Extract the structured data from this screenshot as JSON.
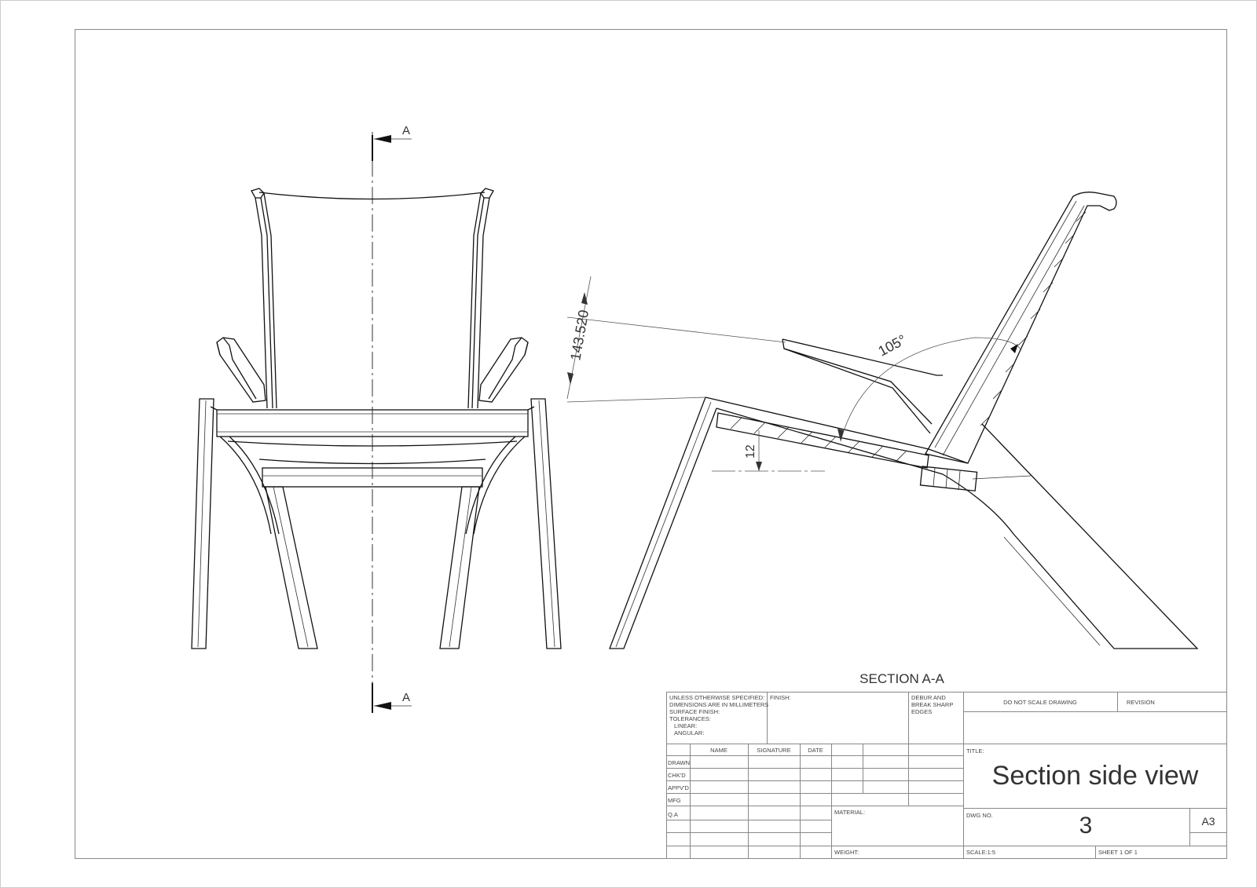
{
  "section_markers": {
    "top_label": "A",
    "bottom_label": "A"
  },
  "section_view": {
    "caption": "SECTION A-A",
    "dim_length": "143.520",
    "dim_angle": "105°",
    "dim_height": "12"
  },
  "title_block": {
    "notes": [
      "UNLESS OTHERWISE SPECIFIED:",
      "DIMENSIONS ARE IN MILLIMETERS",
      "SURFACE FINISH:",
      "TOLERANCES:",
      "LINEAR:",
      "ANGULAR:"
    ],
    "finish_label": "FINISH:",
    "debur": [
      "DEBUR AND",
      "BREAK SHARP",
      "EDGES"
    ],
    "do_not_scale": "DO NOT SCALE DRAWING",
    "revision_label": "REVISION",
    "col_name": "NAME",
    "col_signature": "SIGNATURE",
    "col_date": "DATE",
    "rows": [
      "DRAWN",
      "CHK'D",
      "APPV'D",
      "MFG",
      "Q.A"
    ],
    "material_label": "MATERIAL:",
    "weight_label": "WEIGHT:",
    "title_label": "TITLE:",
    "title": "Section side view",
    "dwg_no_label": "DWG NO.",
    "dwg_no": "3",
    "size": "A3",
    "scale": "SCALE:1:5",
    "sheet": "SHEET 1 OF 1"
  }
}
